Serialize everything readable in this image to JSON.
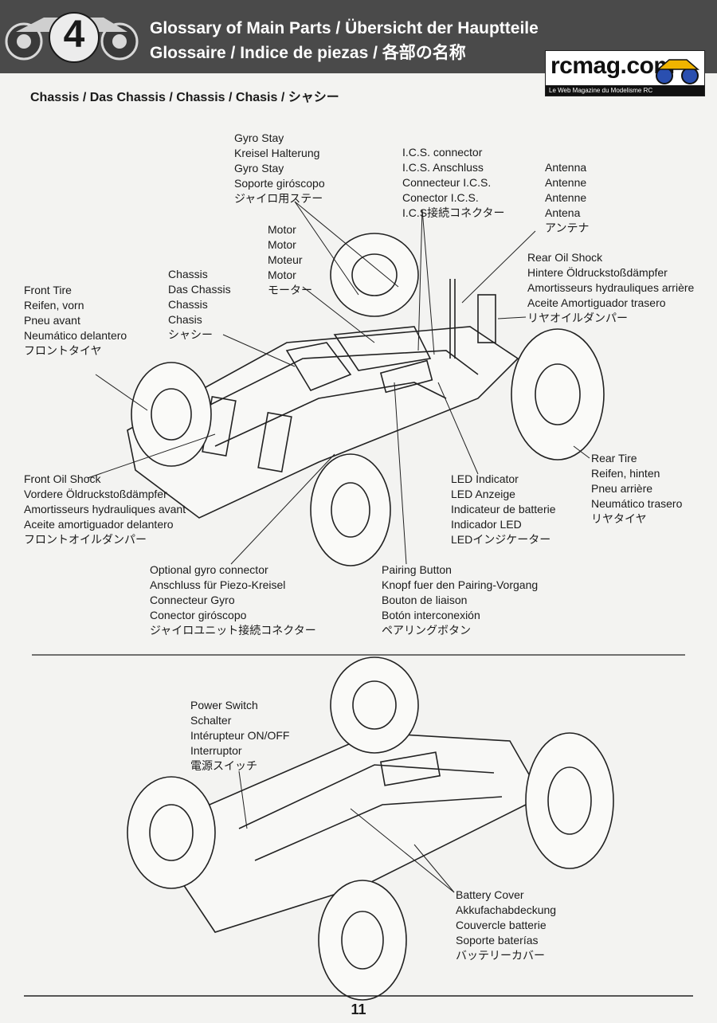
{
  "header": {
    "step_number": "4",
    "title_line_1": "Glossary of Main Parts / Übersicht der Hauptteile",
    "title_line_2": "Glossaire / Indice de piezas / 各部の名称"
  },
  "logo": {
    "name": "rcmag.com",
    "tagline": "Le Web Magazine du Modelisme RC"
  },
  "section_heading": "Chassis / Das Chassis / Chassis / Chasis / シャシー",
  "labels": {
    "gyro_stay": [
      "Gyro Stay",
      "Kreisel Halterung",
      "Gyro Stay",
      "Soporte giróscopo",
      "ジャイロ用ステー"
    ],
    "ics_connector": [
      "I.C.S. connector",
      "I.C.S. Anschluss",
      "Connecteur I.C.S.",
      "Conector I.C.S.",
      "I.C.S接続コネクター"
    ],
    "antenna": [
      "Antenna",
      "Antenne",
      "Antenne",
      "Antena",
      "アンテナ"
    ],
    "motor": [
      "Motor",
      "Motor",
      "Moteur",
      "Motor",
      "モーター"
    ],
    "rear_oil_shock": [
      "Rear Oil Shock",
      "Hintere Öldruckstoßdämpfer",
      "Amortisseurs hydrauliques arrière",
      "Aceite Amortiguador trasero",
      "リヤオイルダンパー"
    ],
    "chassis": [
      "Chassis",
      "Das Chassis",
      "Chassis",
      "Chasis",
      "シャシー"
    ],
    "front_tire": [
      "Front Tire",
      "Reifen, vorn",
      "Pneu avant",
      "Neumático delantero",
      "フロントタイヤ"
    ],
    "rear_tire": [
      "Rear Tire",
      "Reifen, hinten",
      "Pneu arrière",
      "Neumático trasero",
      "リヤタイヤ"
    ],
    "front_oil_shock": [
      "Front Oil Shock",
      "Vordere Öldruckstoßdämpfer",
      "Amortisseurs hydrauliques avant",
      "Aceite amortiguador delantero",
      "フロントオイルダンパー"
    ],
    "led_indicator": [
      "LED Indicator",
      "LED Anzeige",
      "Indicateur de batterie",
      "Indicador LED",
      "LEDインジケーター"
    ],
    "optional_gyro_connector": [
      "Optional gyro connector",
      "Anschluss für Piezo-Kreisel",
      "Connecteur Gyro",
      "Conector giróscopo",
      "ジャイロユニット接続コネクター"
    ],
    "pairing_button": [
      "Pairing Button",
      "Knopf fuer den Pairing-Vorgang",
      "Bouton de liaison",
      "Botón interconexión",
      "ペアリングボタン"
    ],
    "power_switch": [
      "Power Switch",
      "Schalter",
      "Intérupteur ON/OFF",
      "Interruptor",
      "電源スイッチ"
    ],
    "battery_cover": [
      "Battery Cover",
      "Akkufachabdeckung",
      "Couvercle batterie",
      "Soporte baterías",
      "バッテリーカバー"
    ]
  },
  "page_number": "11",
  "colors": {
    "header_bg": "#4a4a4a",
    "paper": "#f3f3f1",
    "ink": "#1a1a1a"
  }
}
